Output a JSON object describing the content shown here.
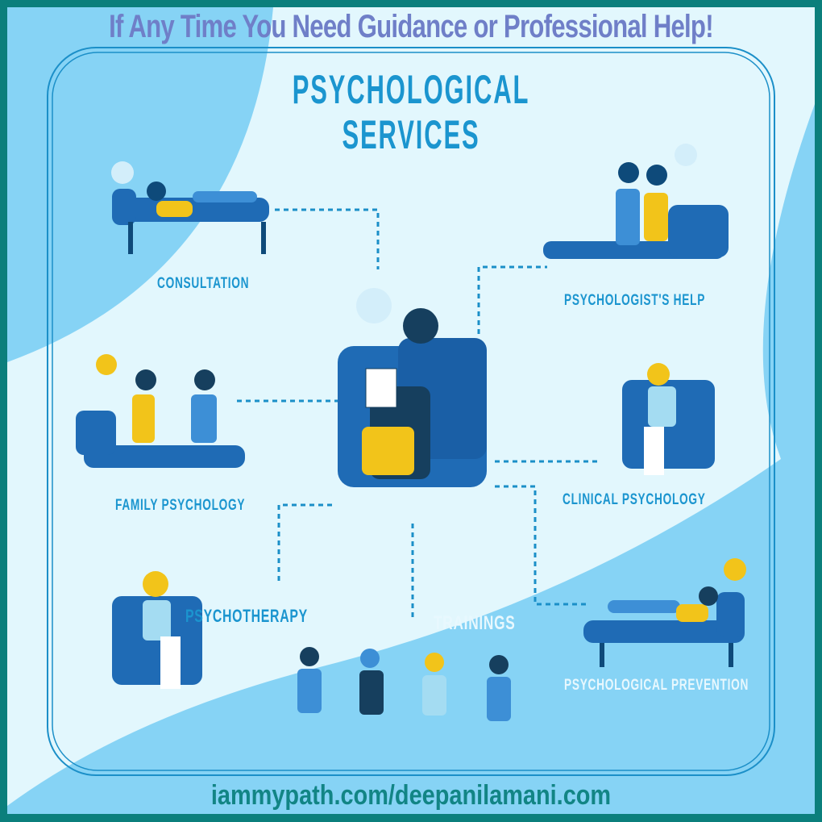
{
  "banner": "If Any Time You Need Guidance or Professional Help!",
  "title": {
    "line1": "PSYCHOLOGICAL",
    "line2": "SERVICES"
  },
  "services": {
    "consultation": "CONSULTATION",
    "psychologists_help": "PSYCHOLOGIST'S HELP",
    "family_psychology": "FAMILY PSYCHOLOGY",
    "clinical_psychology": "CLINICAL PSYCHOLOGY",
    "psychotherapy": "PSYCHOTHERAPY",
    "trainings": "TRAININGS",
    "psychological_prevention": "PSYCHOLOGICAL PREVENTION"
  },
  "footer": "iammypath.com/deepanilamani.com",
  "colors": {
    "border": "#0b7f7c",
    "sky": "#86d3f5",
    "light": "#e2f7fd",
    "accent": "#1b95cf",
    "couch": "#1f6bb5",
    "yellow": "#f2c41a"
  }
}
